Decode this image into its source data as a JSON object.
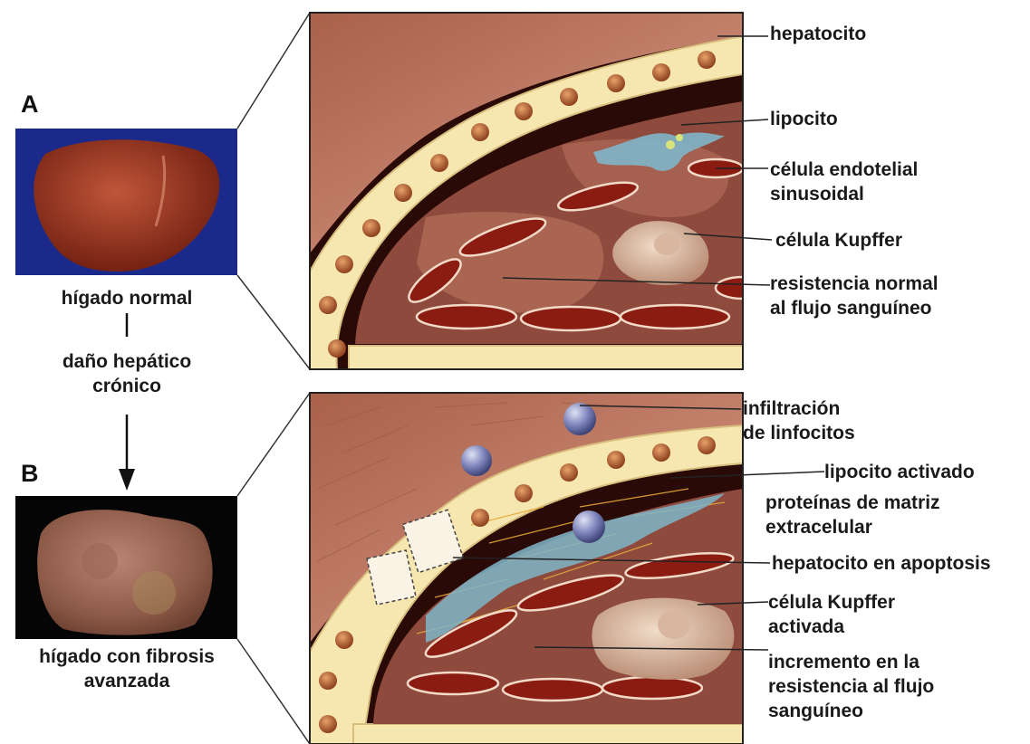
{
  "panels": {
    "a": {
      "letter": "A",
      "liver_caption": "hígado normal",
      "labels": {
        "hepatocito": "hepatocito",
        "lipocito": "lipocito",
        "endotelial": [
          "célula endotelial",
          "sinusoidal"
        ],
        "kupffer": "célula Kupffer",
        "resistencia": [
          "resistencia normal",
          "al flujo sanguíneo"
        ]
      }
    },
    "b": {
      "letter": "B",
      "liver_caption": [
        "hígado con fibrosis",
        "avanzada"
      ],
      "labels": {
        "infiltracion": [
          "infiltración",
          "de linfocitos"
        ],
        "lipocito_activado": "lipocito activado",
        "proteinas": [
          "proteínas de matriz",
          "extracelular"
        ],
        "apoptosis": "hepatocito en apoptosis",
        "kupffer_activada": [
          "célula Kupffer",
          "activada"
        ],
        "incremento": [
          "incremento en la",
          "resistencia al flujo",
          "sanguíneo"
        ]
      }
    },
    "transition": [
      "daño hepático",
      "crónico"
    ]
  },
  "colors": {
    "background": "#ffffff",
    "liver_a_bg": "#1b2a8a",
    "liver_b_bg": "#050505",
    "hepatocyte": "#f6e6b0",
    "endothelial": "#8a1c12",
    "lipocyte": "#7fb6c8",
    "tissue": "#b8735d"
  }
}
